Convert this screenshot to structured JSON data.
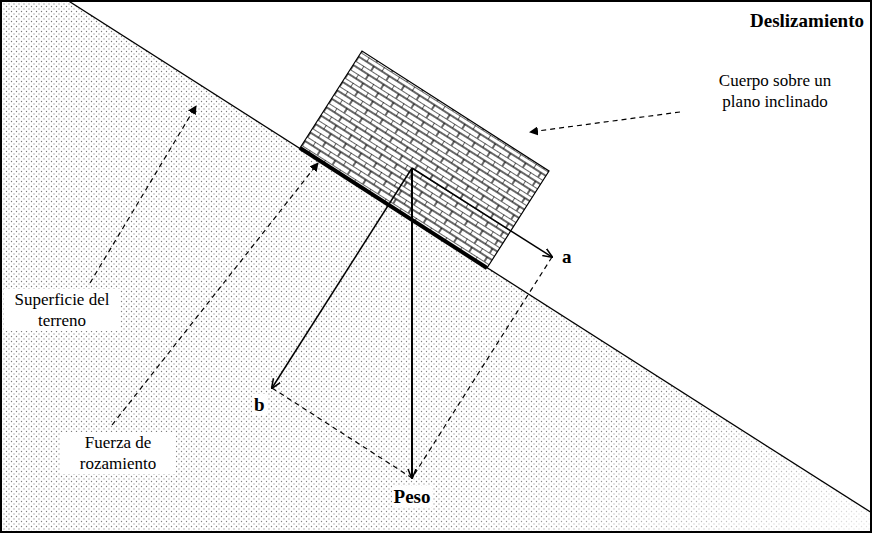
{
  "diagram": {
    "title": "Deslizamiento",
    "labels": [
      "Cuerpo sobre un plano inclinado",
      "Superficie del terreno",
      "Fuerza de rozamiento",
      "a",
      "b",
      "Peso"
    ]
  }
}
